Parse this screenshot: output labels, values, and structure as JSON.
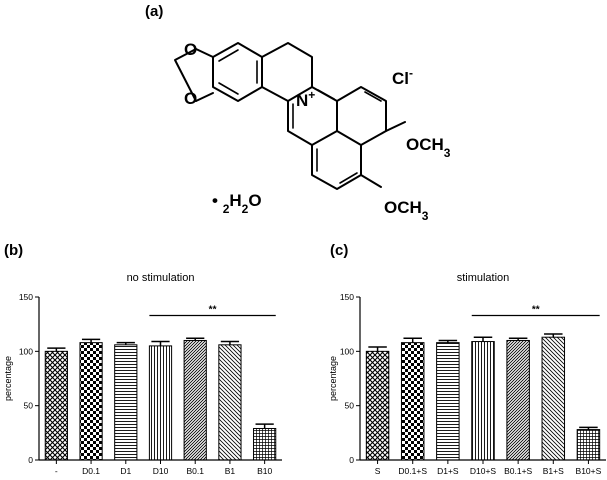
{
  "panels": {
    "a": "(a)",
    "b": "(b)",
    "c": "(c)"
  },
  "structure": {
    "n_plus": "N+",
    "cl_minus": "Cl-",
    "och3_top": "OCH3",
    "och3_bottom": "OCH3",
    "hydrate": "• 2H2O"
  },
  "chart_data": [
    {
      "type": "bar",
      "title": "no stimulation",
      "xlabel": "",
      "ylabel": "percentage",
      "ylim": [
        0,
        150
      ],
      "yticks": [
        0,
        50,
        100,
        150
      ],
      "categories": [
        "-",
        "D0.1",
        "D1",
        "D10",
        "B0.1",
        "B1",
        "B10"
      ],
      "values": [
        100,
        108,
        106,
        105,
        110,
        106,
        29
      ],
      "errors": [
        3,
        3,
        2,
        4,
        2,
        3,
        4
      ],
      "patterns": [
        "crosshatch",
        "check",
        "hlines",
        "vlines",
        "dense-diag",
        "back-diag",
        "grid"
      ],
      "significance": {
        "label": "**",
        "from": "D10",
        "to": "B10"
      },
      "grid": false
    },
    {
      "type": "bar",
      "title": "stimulation",
      "xlabel": "",
      "ylabel": "percentage",
      "ylim": [
        0,
        150
      ],
      "yticks": [
        0,
        50,
        100,
        150
      ],
      "categories": [
        "S",
        "D0.1+S",
        "D1+S",
        "D10+S",
        "B0.1+S",
        "B1+S",
        "B10+S"
      ],
      "values": [
        100,
        108,
        108,
        109,
        110,
        113,
        28
      ],
      "errors": [
        4,
        4,
        2,
        4,
        2,
        3,
        2
      ],
      "patterns": [
        "crosshatch",
        "check",
        "hlines",
        "vlines",
        "dense-diag",
        "back-diag",
        "grid"
      ],
      "significance": {
        "label": "**",
        "from": "D10+S",
        "to": "B10+S"
      },
      "grid": false
    }
  ]
}
